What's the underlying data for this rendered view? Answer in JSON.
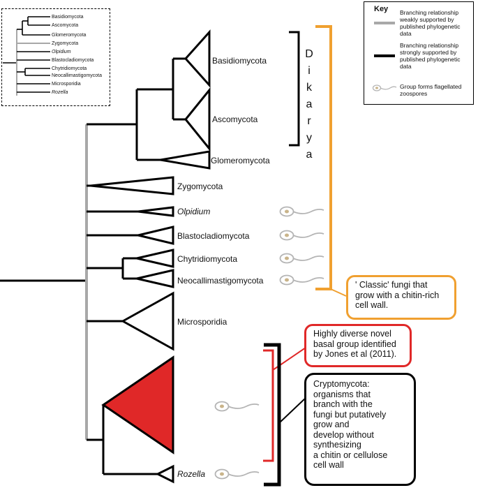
{
  "colors": {
    "orange": "#f0a030",
    "red": "#e02828",
    "weak_branch": "#a8a8a8",
    "strong_branch": "#000000",
    "zoospore": "#b4b4b4"
  },
  "inset_tree": {
    "labels": [
      "Basidiomycota",
      "Ascomycota",
      "Glomeromycota",
      "Zygomycota",
      "Olpidium",
      "Blastocladiomycota",
      "Chytridiomycota",
      "Neocallimastigomycota",
      "Microsporidia",
      "Rozella"
    ]
  },
  "key": {
    "title": "Key",
    "weak_text": "Branching relationship weakly supported by published phylogenetic data",
    "strong_text": "Branching relationship strongly supported by published phylogenetic data",
    "zoospore_text": "Group forms flagellated zoospores"
  },
  "taxa": {
    "basidiomycota": "Basidiomycota",
    "ascomycota": "Ascomycota",
    "glomeromycota": "Glomeromycota",
    "zygomycota": "Zygomycota",
    "olpidium": "Olpidium",
    "blastocladiomycota": "Blastocladiomycota",
    "chytridiomycota": "Chytridiomycota",
    "neocallimastigomycota": "Neocallimastigomycota",
    "microsporidia": "Microsporidia",
    "rozella": "Rozella"
  },
  "dikarya": "Dikarya",
  "callouts": {
    "classic_fungi": "' Classic' fungi that grow with a chitin-rich cell wall.",
    "novel_group": "Highly diverse novel basal group identified by Jones et al (2011).",
    "cryptomycota": [
      "Cryptomycota:",
      "organisms that",
      "branch with the",
      "fungi but putatively",
      "grow and",
      "develop without",
      "synthesizing",
      "a chitin or cellulose",
      "cell wall"
    ]
  }
}
